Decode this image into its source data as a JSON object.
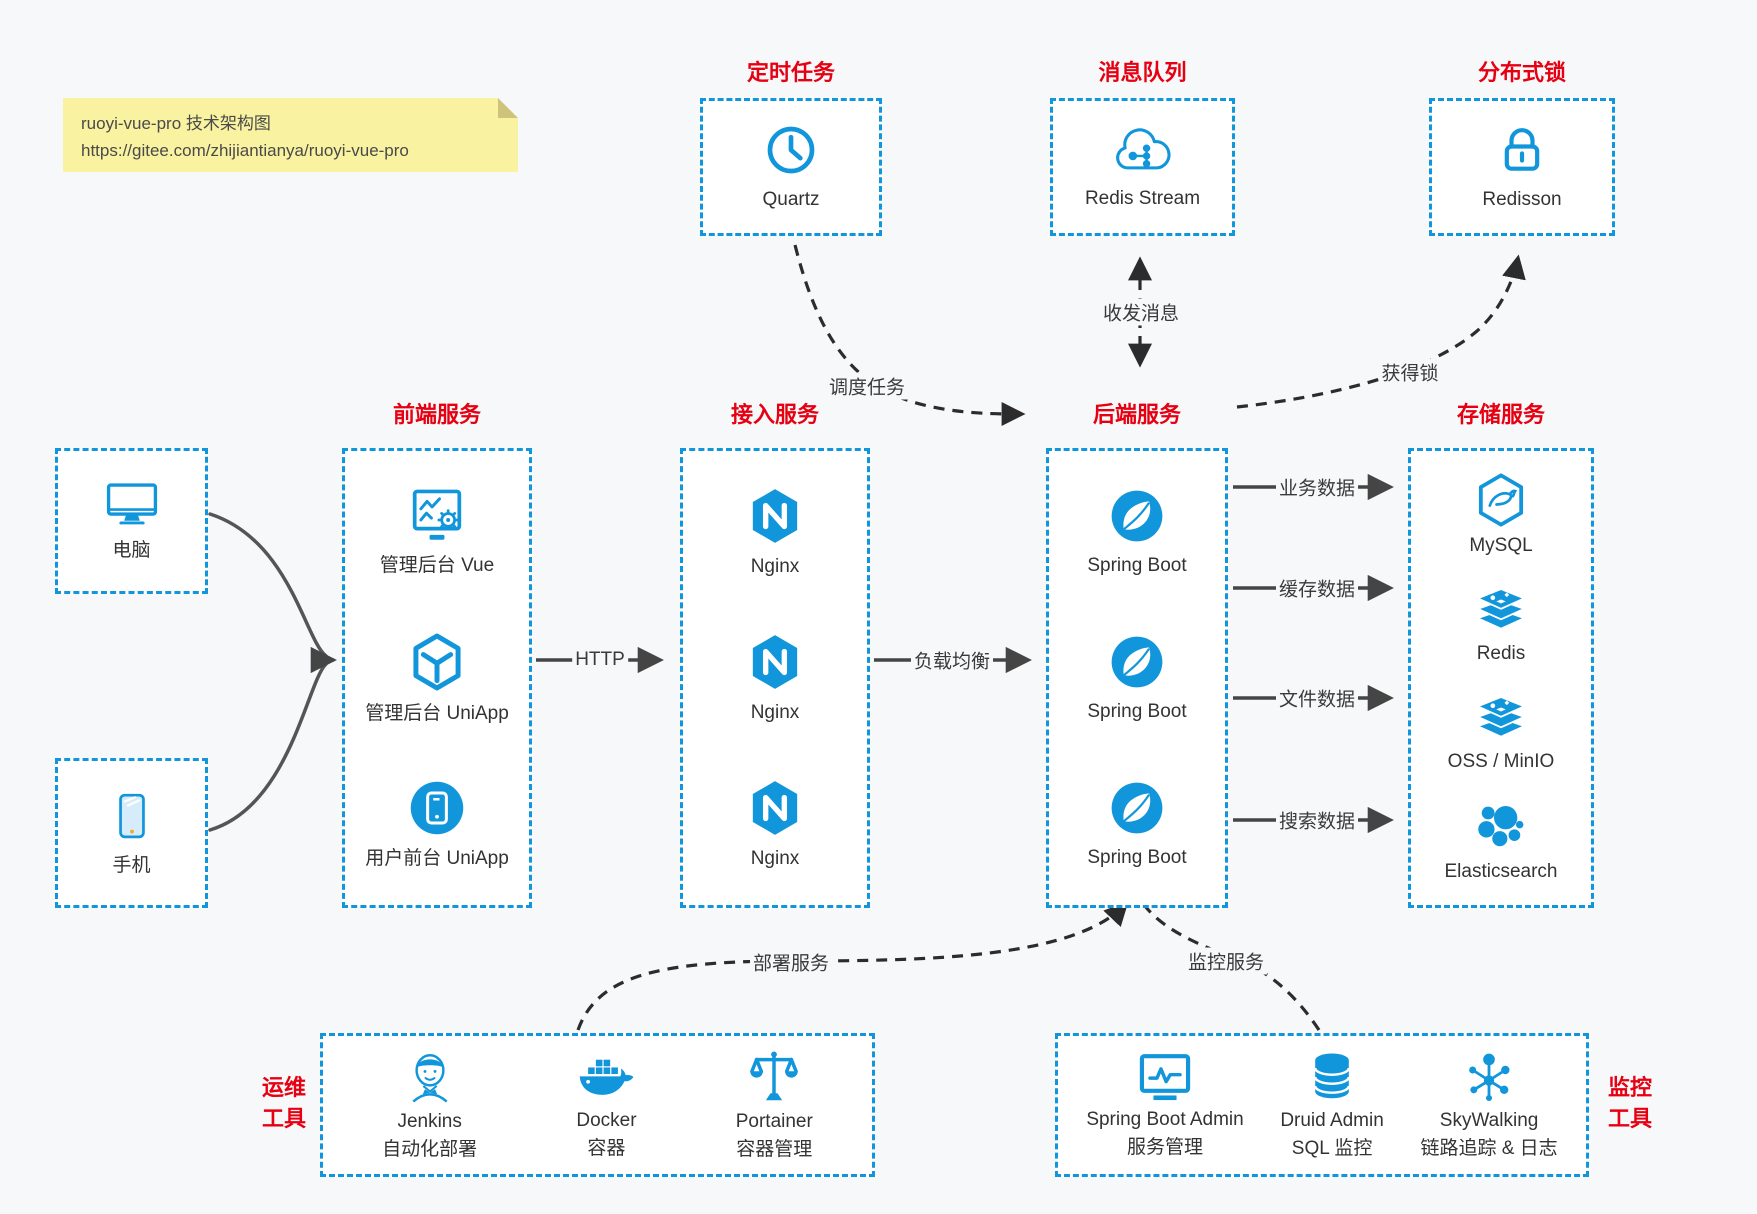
{
  "note": {
    "line1": "ruoyi-vue-pro 技术架构图",
    "line2": "https://gitee.com/zhijiantianya/ruoyi-vue-pro"
  },
  "colors": {
    "accent_blue": "#1296db",
    "title_red": "#e60012",
    "arrow_solid": "#454545",
    "arrow_dashed": "#2c2c2c",
    "note_yellow": "#f9f2a0",
    "box_background": "#ffffff",
    "page_background": "#f7f8f9",
    "label_text": "#333333"
  },
  "top_groups": {
    "scheduler": {
      "title": "定时任务",
      "item": {
        "label": "Quartz",
        "icon": "clock-icon"
      }
    },
    "mq": {
      "title": "消息队列",
      "item": {
        "label": "Redis Stream",
        "icon": "cloud-share-icon"
      }
    },
    "lock": {
      "title": "分布式锁",
      "item": {
        "label": "Redisson",
        "icon": "lock-icon"
      }
    }
  },
  "clients": {
    "pc": {
      "label": "电脑",
      "icon": "monitor-icon"
    },
    "mobile": {
      "label": "手机",
      "icon": "smartphone-icon"
    }
  },
  "columns": {
    "frontend": {
      "title": "前端服务",
      "items": [
        {
          "label": "管理后台 Vue",
          "icon": "admin-screen-gear-icon"
        },
        {
          "label": "管理后台 UniApp",
          "icon": "uniapp-cube-icon"
        },
        {
          "label": "用户前台 UniApp",
          "icon": "mobile-app-circle-icon"
        }
      ]
    },
    "access": {
      "title": "接入服务",
      "items": [
        {
          "label": "Nginx",
          "icon": "nginx-hexagon-icon"
        },
        {
          "label": "Nginx",
          "icon": "nginx-hexagon-icon"
        },
        {
          "label": "Nginx",
          "icon": "nginx-hexagon-icon"
        }
      ]
    },
    "backend": {
      "title": "后端服务",
      "items": [
        {
          "label": "Spring Boot",
          "icon": "spring-leaf-icon"
        },
        {
          "label": "Spring Boot",
          "icon": "spring-leaf-icon"
        },
        {
          "label": "Spring Boot",
          "icon": "spring-leaf-icon"
        }
      ]
    },
    "storage": {
      "title": "存储服务",
      "items": [
        {
          "label": "MySQL",
          "icon": "mysql-dolphin-hexagon-icon"
        },
        {
          "label": "Redis",
          "icon": "redis-stack-icon"
        },
        {
          "label": "OSS / MinIO",
          "icon": "storage-stack-icon"
        },
        {
          "label": "Elasticsearch",
          "icon": "elasticsearch-cluster-icon"
        }
      ]
    }
  },
  "bottom_groups": {
    "ops": {
      "side_label_line1": "运维",
      "side_label_line2": "工具",
      "items": [
        {
          "en": "Jenkins",
          "zh": "自动化部署",
          "icon": "jenkins-butler-icon"
        },
        {
          "en": "Docker",
          "zh": "容器",
          "icon": "docker-whale-icon"
        },
        {
          "en": "Portainer",
          "zh": "容器管理",
          "icon": "portainer-scales-icon"
        }
      ]
    },
    "monitor": {
      "side_label_line1": "监控",
      "side_label_line2": "工具",
      "items": [
        {
          "en": "Spring Boot Admin",
          "zh": "服务管理",
          "icon": "admin-monitor-icon"
        },
        {
          "en": "Druid Admin",
          "zh": "SQL 监控",
          "icon": "druid-database-icon"
        },
        {
          "en": "SkyWalking",
          "zh": "链路追踪 & 日志",
          "icon": "skywalking-topology-icon"
        }
      ]
    }
  },
  "connectors": {
    "http": "HTTP",
    "load_balance": "负载均衡",
    "business_data": "业务数据",
    "cache_data": "缓存数据",
    "file_data": "文件数据",
    "search_data": "搜索数据",
    "schedule_task": "调度任务",
    "send_receive_msg": "收发消息",
    "acquire_lock": "获得锁",
    "deploy_service": "部署服务",
    "monitor_service": "监控服务"
  }
}
